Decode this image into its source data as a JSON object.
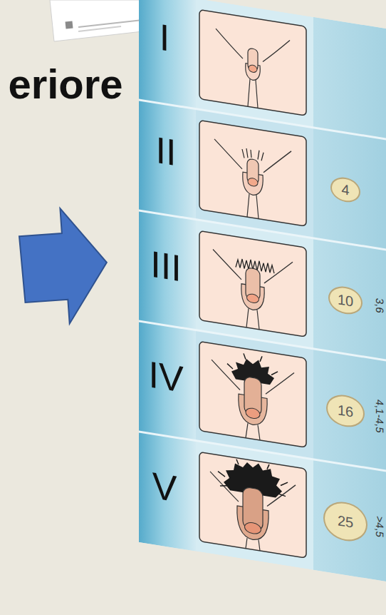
{
  "diagram": {
    "nodes": [
      {
        "text": [
          "4"
        ]
      },
      {
        "text": [
          "10"
        ]
      },
      {
        "text": [
          "16"
        ]
      },
      {
        "text": [
          "25"
        ]
      }
    ],
    "labels": [
      "eriore",
      "I",
      "II",
      "III",
      "IV",
      "V",
      "3,6",
      "4,1-4,5",
      ">4,5"
    ]
  }
}
